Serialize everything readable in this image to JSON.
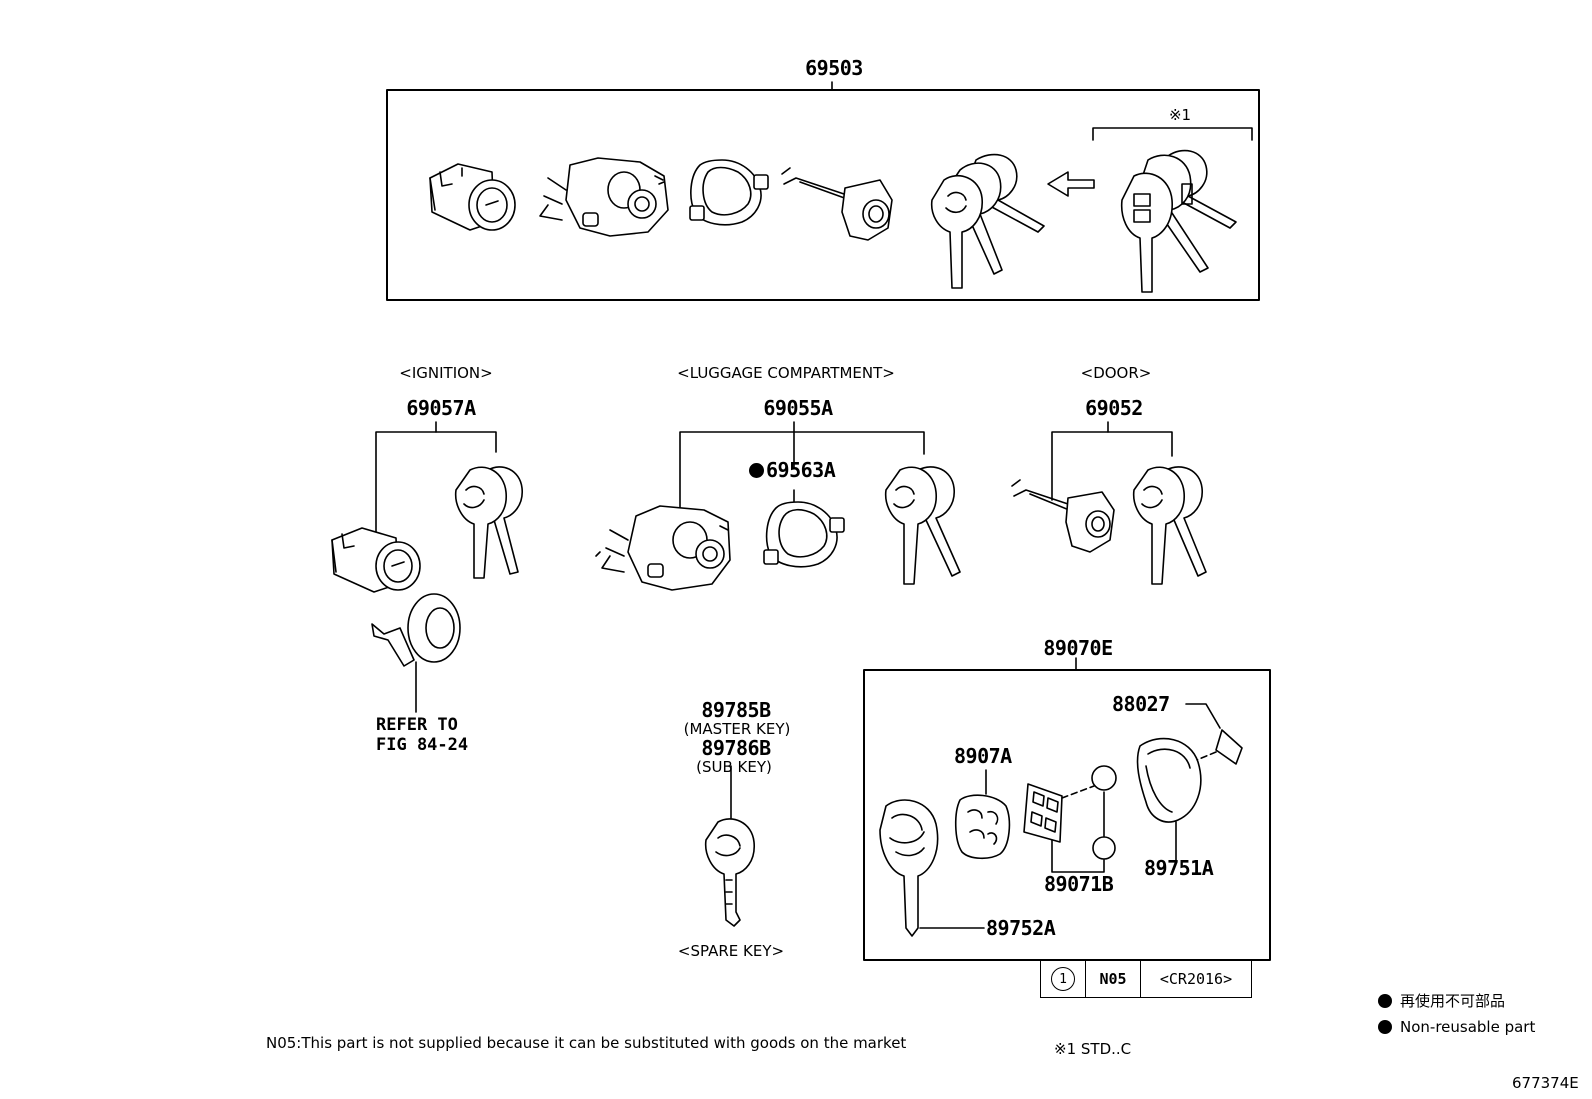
{
  "assembly": {
    "part_number": "69503",
    "std_mark": "※1"
  },
  "sections": {
    "ignition": {
      "heading": "<IGNITION>",
      "part_number": "69057A",
      "refer_line1": "REFER TO",
      "refer_line2": "FIG 84-24"
    },
    "luggage": {
      "heading": "<LUGGAGE COMPARTMENT>",
      "part_number": "69055A",
      "sub_part_number": "69563A"
    },
    "door": {
      "heading": "<DOOR>",
      "part_number": "69052"
    }
  },
  "spare_key": {
    "master_part_number": "89785B",
    "master_label": "(MASTER KEY)",
    "sub_part_number": "89786B",
    "sub_label": "(SUB KEY)",
    "caption": "<SPARE KEY>"
  },
  "transmitter": {
    "part_number": "89070E",
    "parts": [
      "88027",
      "8907A",
      "89071B",
      "89751A",
      "89752A"
    ]
  },
  "note_table": {
    "circle": "1",
    "code": "N05",
    "value": "<CR2016>"
  },
  "footnote": "N05:This part is not supplied because it can be substituted with goods on the market",
  "std_note": "※1 STD..C",
  "legend": {
    "line1": "再使用不可部品",
    "line2": "Non-reusable part"
  },
  "figure_id": "677374E"
}
